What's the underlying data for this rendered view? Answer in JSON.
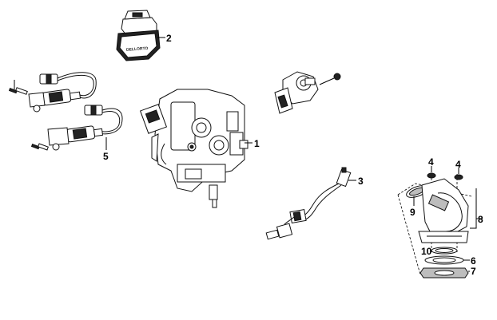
{
  "callouts": {
    "c1": "1",
    "c2": "2",
    "c3": "3",
    "c4a": "4",
    "c4b": "4",
    "c5": "5",
    "c6": "6",
    "c7": "7",
    "c8": "8",
    "c9": "9",
    "c10": "10"
  },
  "part_stamp": "DELLORTO"
}
